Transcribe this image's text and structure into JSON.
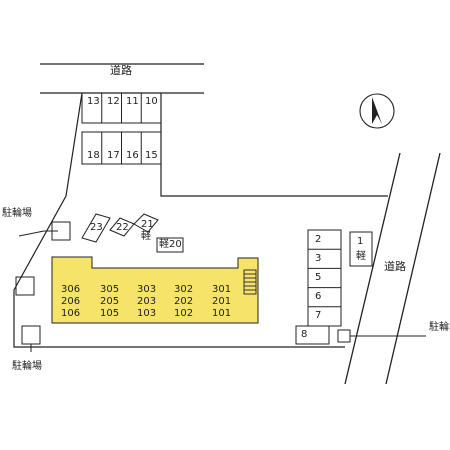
{
  "labels": {
    "road_top": "道路",
    "road_right": "道路",
    "bicycle_left_top": "駐輪場",
    "bicycle_left_bottom": "駐輪場",
    "bicycle_right": "駐輪場",
    "kei_20": "軽20",
    "kei_1": "軽"
  },
  "parking_top_row": [
    "13",
    "12",
    "11",
    "10"
  ],
  "parking_bottom_row": [
    "18",
    "17",
    "16",
    "15"
  ],
  "parking_diagonal": [
    "23",
    "22",
    "21",
    "軽"
  ],
  "parking_right": [
    "2",
    "3",
    "5",
    "6",
    "7",
    "8",
    "1"
  ],
  "building_units": [
    [
      "306",
      "305",
      "303",
      "302",
      "301"
    ],
    [
      "206",
      "205",
      "203",
      "202",
      "201"
    ],
    [
      "106",
      "105",
      "103",
      "102",
      "101"
    ]
  ],
  "colors": {
    "building_fill": "#f6e46a",
    "line": "#222222",
    "background": "#ffffff"
  },
  "icons": {
    "north": "north-arrow-icon"
  }
}
